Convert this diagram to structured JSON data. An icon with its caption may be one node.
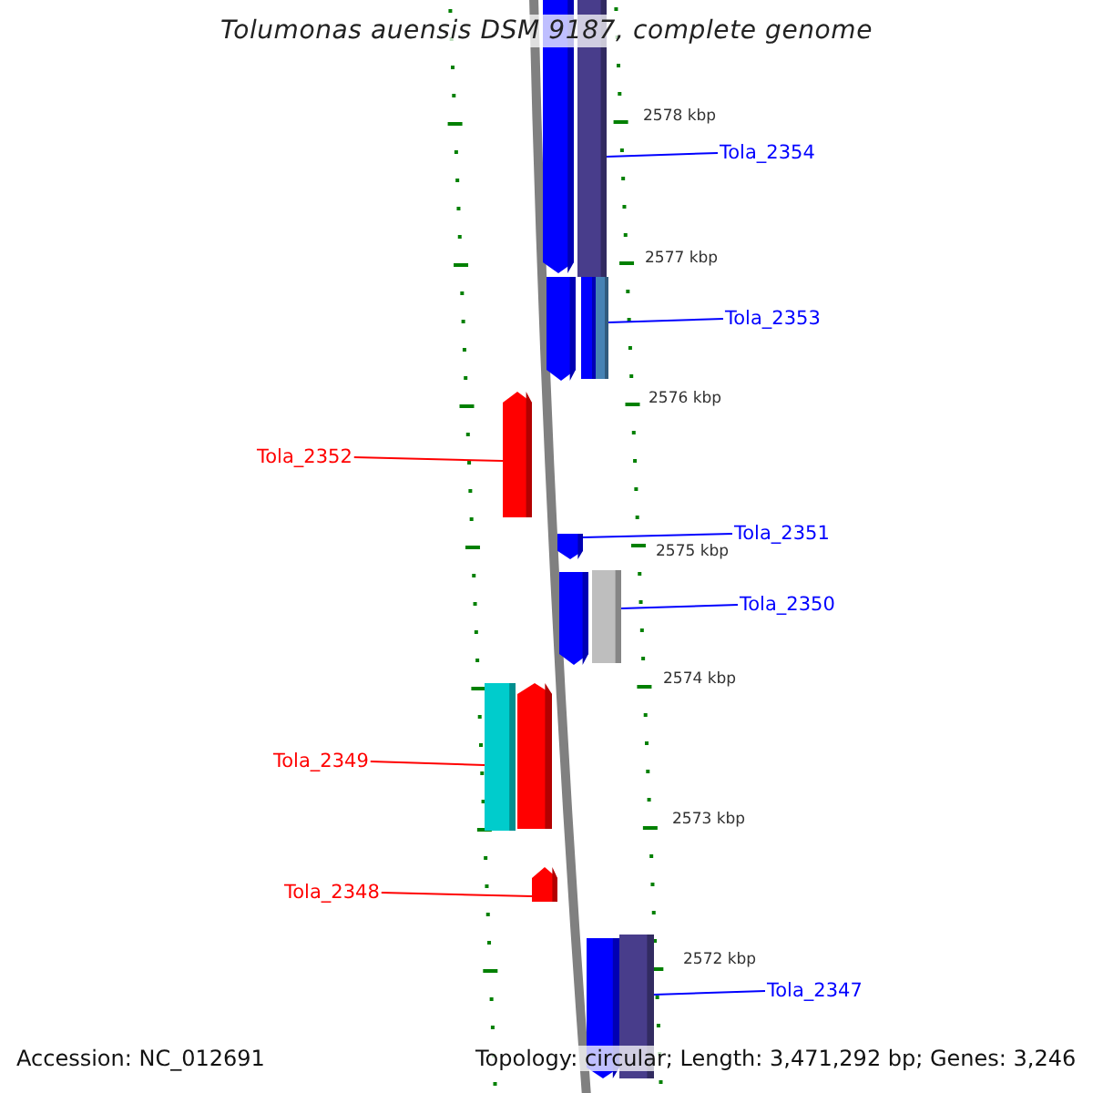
{
  "diagram": {
    "title": "Tolumonas auensis DSM 9187, complete genome",
    "nodes": [
      {
        "text": [],
        "shape": "bar"
      },
      {
        "text": [],
        "shape": "bar"
      },
      {
        "text": [
          "Tola_2354"
        ]
      },
      {
        "text": [],
        "shape": "bar"
      },
      {
        "text": [],
        "shape": "bar"
      },
      {
        "text": [],
        "shape": "bar"
      },
      {
        "text": [
          "Tola_2353"
        ]
      },
      {
        "text": [],
        "shape": "bar"
      },
      {
        "text": [
          "Tola_2352"
        ]
      },
      {
        "text": [],
        "shape": "bar"
      },
      {
        "text": [
          "Tola_2351"
        ]
      },
      {
        "text": [],
        "shape": "bar"
      },
      {
        "text": [],
        "shape": "bar"
      },
      {
        "text": [
          "Tola_2350"
        ]
      },
      {
        "text": [],
        "shape": "bar"
      },
      {
        "text": [],
        "shape": "bar"
      },
      {
        "text": [
          "Tola_2349"
        ]
      },
      {
        "text": [],
        "shape": "bar"
      },
      {
        "text": [
          "Tola_2348"
        ]
      },
      {
        "text": [],
        "shape": "bar"
      },
      {
        "text": [],
        "shape": "bar"
      },
      {
        "text": [
          "Tola_2347"
        ]
      }
    ],
    "edges": [
      {
        "from": 2,
        "to": 1,
        "arrow": "none"
      },
      {
        "from": 6,
        "to": 5,
        "arrow": "none"
      },
      {
        "from": 8,
        "to": 7,
        "arrow": "none",
        "color": "#ff0000"
      },
      {
        "from": 10,
        "to": 9,
        "arrow": "none"
      },
      {
        "from": 13,
        "to": 12,
        "arrow": "none"
      },
      {
        "from": 16,
        "to": 14,
        "arrow": "none",
        "color": "#ff0000"
      },
      {
        "from": 18,
        "to": 17,
        "arrow": "none",
        "color": "#ff0000"
      },
      {
        "from": 21,
        "to": 20,
        "arrow": "none"
      }
    ],
    "labels": [
      "2578 kbp",
      "2577 kbp",
      "2576 kbp",
      "2575 kbp",
      "2574 kbp",
      "2573 kbp",
      "2572 kbp",
      "Accession: NC_012691",
      "Topology: circular; Length: 3,471,292 bp; Genes: 3,246"
    ]
  }
}
